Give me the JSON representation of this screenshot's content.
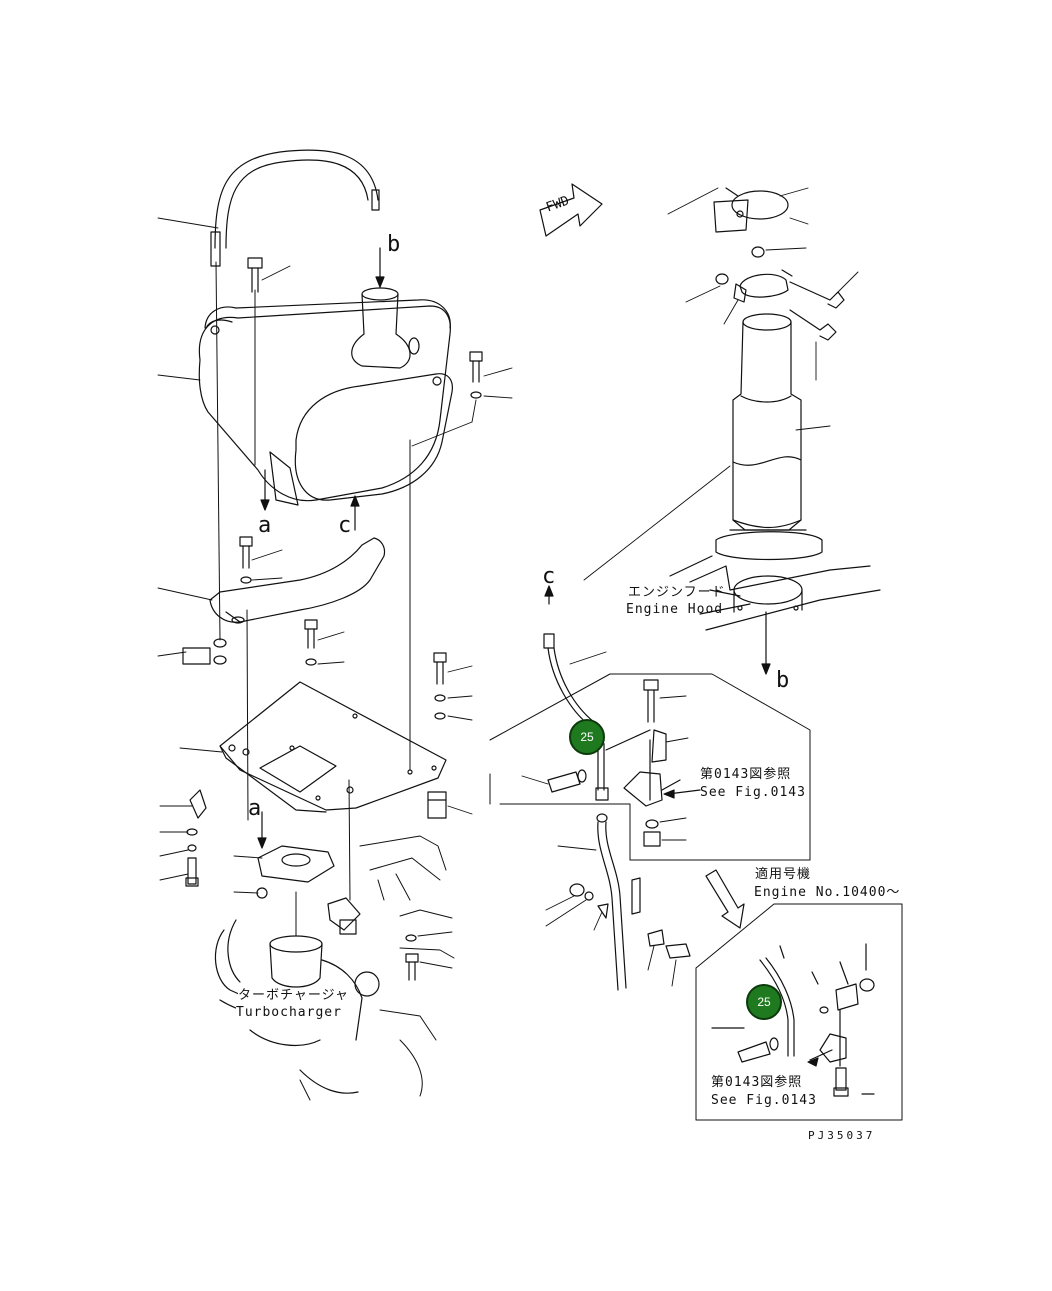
{
  "drawing_id": "PJ35037",
  "fwd_label": "FWD",
  "view_letters": {
    "a": "a",
    "b": "b",
    "c": "c"
  },
  "engine_hood": {
    "jp": "エンジンフード",
    "en": "Engine Hood"
  },
  "turbocharger": {
    "jp": "ターボチャージャ",
    "en": "Turbocharger"
  },
  "see_fig_1": {
    "jp": "第0143図参照",
    "en": "See Fig.0143"
  },
  "see_fig_2": {
    "jp": "第0143図参照",
    "en": "See Fig.0143"
  },
  "serial_applicability": {
    "jp": "適用号機",
    "en": "Engine No.10400～"
  },
  "callouts": [
    {
      "number": "25"
    },
    {
      "number": "25"
    }
  ],
  "colors": {
    "line": "#111111",
    "callout_fill": "#1f7a1f",
    "callout_stroke": "#0c3a0c",
    "callout_text": "#ffffff"
  }
}
